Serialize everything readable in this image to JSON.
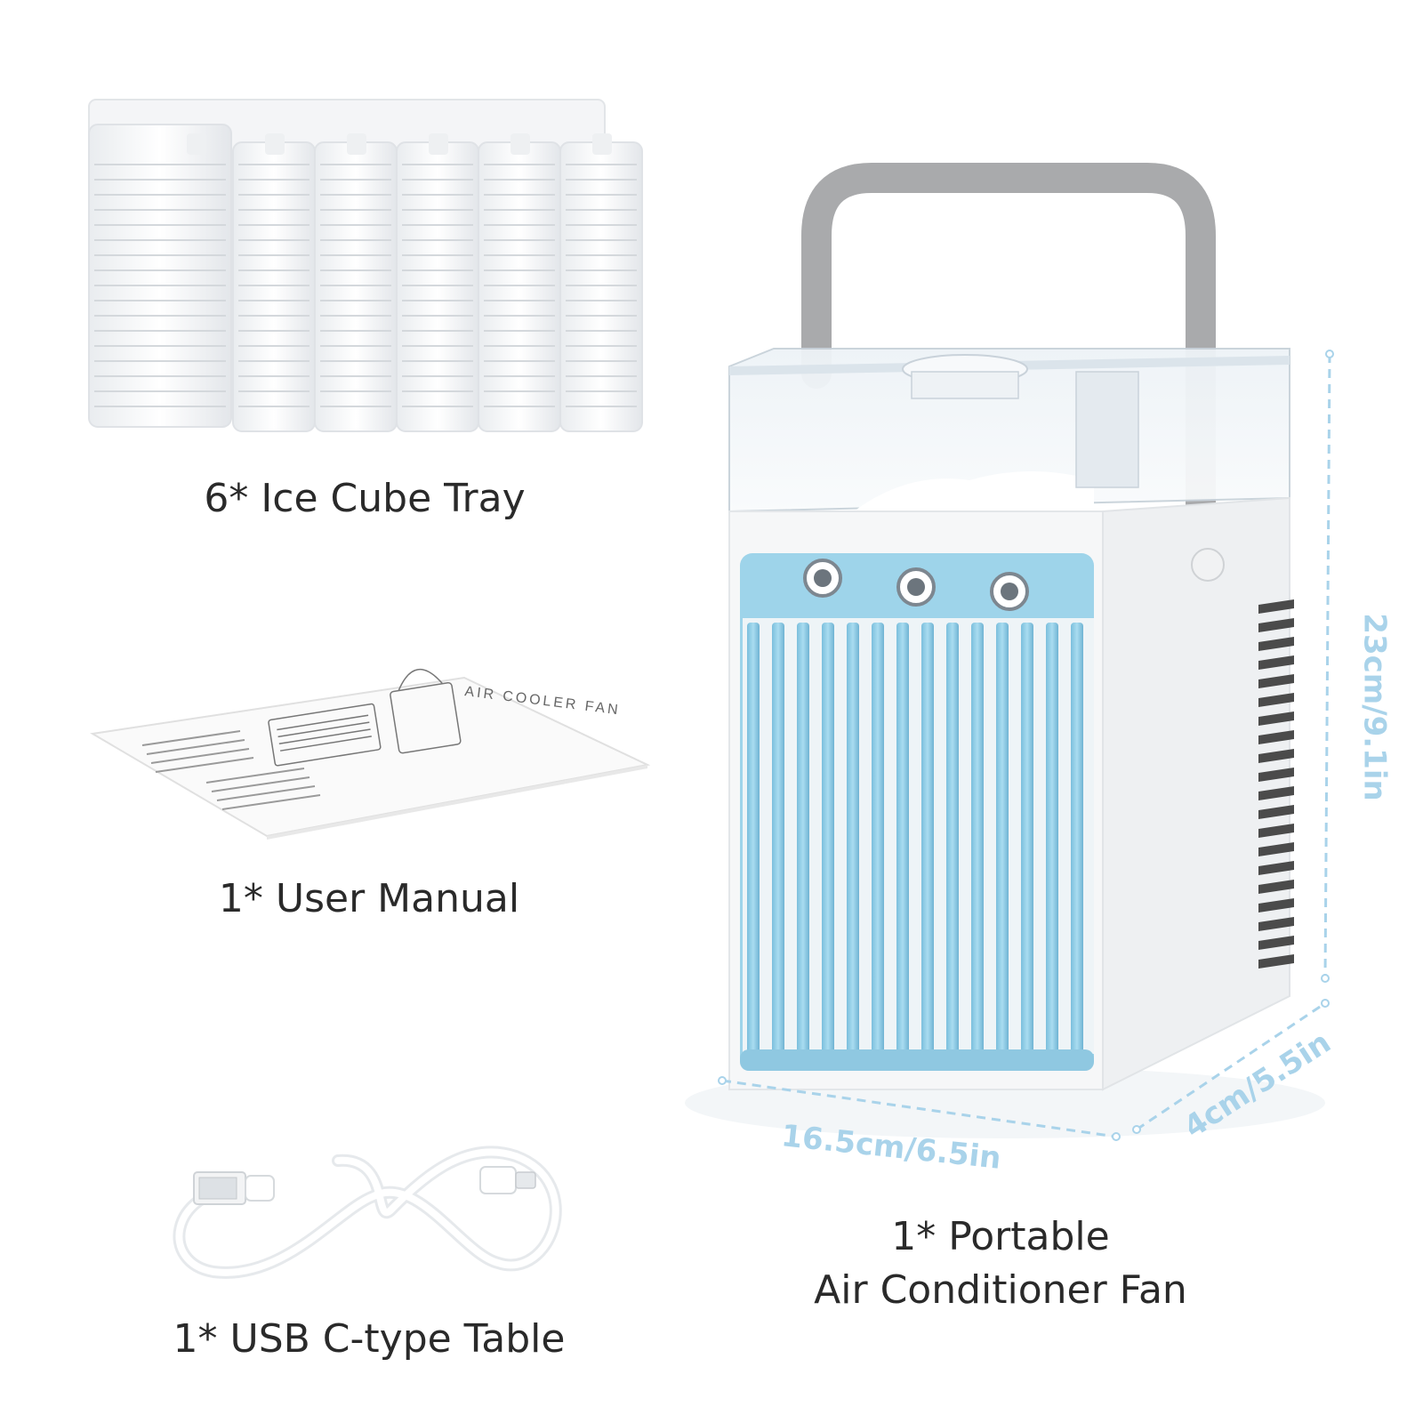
{
  "items": [
    {
      "id": "ice",
      "label": "6* Ice Cube Tray"
    },
    {
      "id": "manual",
      "label": "1* User Manual"
    },
    {
      "id": "cable",
      "label": "1* USB C-type Table"
    },
    {
      "id": "fan",
      "label_line1": "1* Portable",
      "label_line2": "Air Conditioner Fan"
    }
  ],
  "dimensions": {
    "height": "23cm/9.1in",
    "width": "16.5cm/6.5in",
    "depth": "4cm/5.5in"
  },
  "manual_header": "AIR COOLER FAN",
  "colors": {
    "accent_blue": "#9ed4ea",
    "dimension_line": "#a9d3ea",
    "handle_gray": "#a9aaac",
    "body_white": "#f3f4f6"
  }
}
